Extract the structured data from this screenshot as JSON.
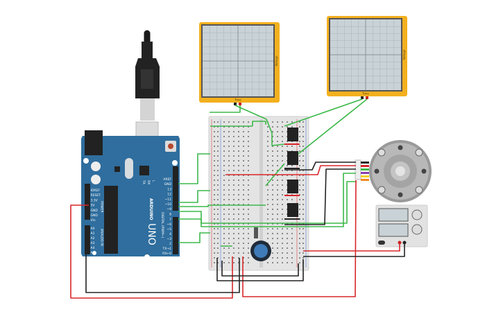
{
  "colors": {
    "arduino": "#2f6e9e",
    "scope": "#f2b01e",
    "screen": "#c9d2d6",
    "breadboard": "#e4e4e4",
    "green_wire": "#3cb84a",
    "red_wire": "#d8262a",
    "black_wire": "#2a2a2a"
  },
  "arduino": {
    "brand": "ARDUINO",
    "model": "UNO",
    "power_label": "POWER",
    "analog_label": "ANALOG IN",
    "digital_label": "DIGITAL (PWM~)",
    "power_pins": [
      "IOREF",
      "RESET",
      "3.3V",
      "5V",
      "GND",
      "GND",
      "Vin"
    ],
    "analog_pins": [
      "A0",
      "A1",
      "A2",
      "A3",
      "A4",
      "A5"
    ],
    "digital_top": [
      "AREF",
      "GND",
      "13",
      "12",
      "~11",
      "~10",
      "~9",
      "8"
    ],
    "digital_bottom": [
      "7",
      "~6",
      "~5",
      "4",
      "~3",
      "2",
      "TX→1",
      "RX←0"
    ],
    "leds": [
      "TX",
      "RX",
      "L"
    ]
  },
  "oscilloscopes": [
    {
      "x_label": "Time",
      "y_label": "Voltage"
    },
    {
      "x_label": "Time",
      "y_label": "Voltage"
    }
  ]
}
